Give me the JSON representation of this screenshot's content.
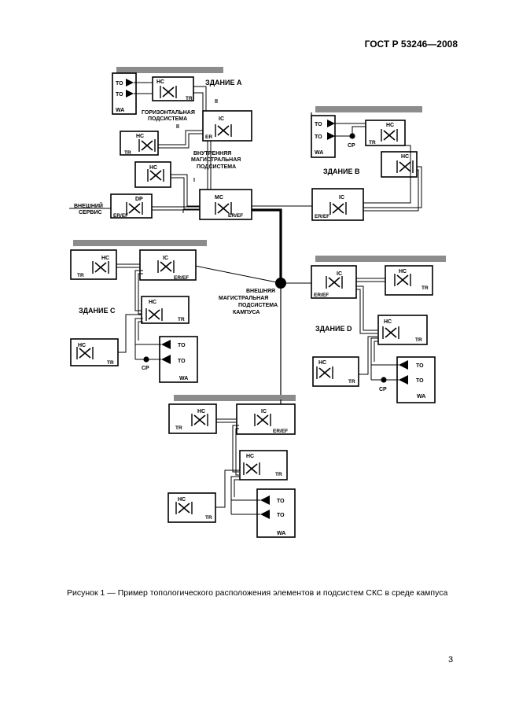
{
  "header": {
    "standard": "ГОСТ Р 53246—2008"
  },
  "caption": "Рисунок 1 — Пример топологического расположения элементов и подсистем СКС в среде кампуса",
  "page_number": "3",
  "buildings": {
    "a": "ЗДАНИЕ А",
    "b": "ЗДАНИЕ В",
    "c": "ЗДАНИЕ С",
    "d": "ЗДАНИЕ D"
  },
  "subsystems": {
    "horizontal": [
      "ГОРИЗОНТАЛЬНАЯ",
      "ПОДСИСТЕМА"
    ],
    "internal": [
      "ВНУТРЕННЯЯ",
      "МАГИСТРАЛЬНАЯ",
      "ПОДСИСТЕМА"
    ],
    "campus": [
      "ВНЕШНЯЯ",
      "МАГИСТРАЛЬНАЯ",
      "ПОДСИСТЕМА",
      "КАМПУСА"
    ],
    "external": [
      "ВНЕШНИЙ",
      "СЕРВИС"
    ]
  },
  "labels": {
    "hc": "HC",
    "ic": "IC",
    "mc": "MC",
    "dp": "DP",
    "tr": "TR",
    "er": "ER",
    "er_ef": "ER/EF",
    "to": "TO",
    "wa": "WA",
    "cp": "CP",
    "roman_one": "I",
    "roman_two": "II"
  }
}
